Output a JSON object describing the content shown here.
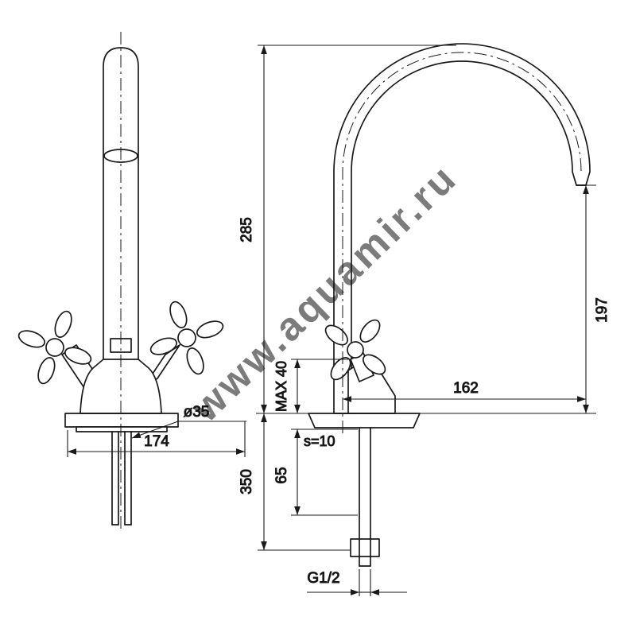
{
  "page": {
    "background": "#ffffff"
  },
  "colors": {
    "line": "#1a1a1a",
    "plate_fill": "#e2e2e2",
    "watermark": "#a8a8a8"
  },
  "watermark": {
    "text": "www.aquamir.ru"
  },
  "dimensions": {
    "spout_height": "285",
    "outlet_height": "197",
    "spout_reach": "162",
    "front_width": "174",
    "hole_diameter": "ø35",
    "max_deck_thickness": "MAX 40",
    "plate_thickness": "s=10",
    "shank_length": "65",
    "hose_length": "350",
    "thread_size": "G1/2"
  }
}
